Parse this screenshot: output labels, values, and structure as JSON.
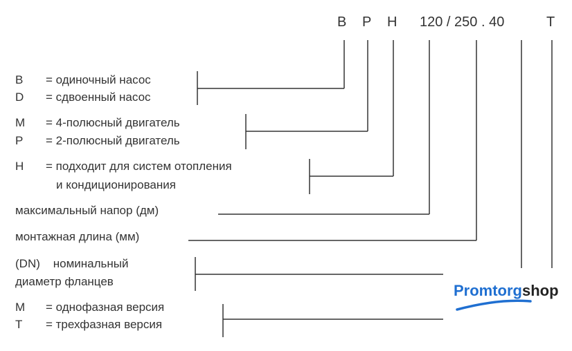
{
  "code": {
    "c1": "B",
    "c2": "P",
    "c3": "H",
    "c4": "120 / 250 . 40",
    "c5": "T"
  },
  "rows": {
    "b_key": "B",
    "b_text": "= одиночный насос",
    "d_key": "D",
    "d_text": "= сдвоенный насос",
    "m_key": "M",
    "m_text": "= 4-полюсный двигатель",
    "p_key": "P",
    "p_text": "= 2-полюсный двигатель",
    "h_key": "H",
    "h_text": "= подходит для систем отопления",
    "h_text2": "и кондиционирования",
    "head": "максимальный напор (дм)",
    "length": "монтажная длина (мм)",
    "dn1": "(DN)    номинальный",
    "dn2": "диаметр фланцев",
    "m2_key": "M",
    "m2_text": "= однофазная версия",
    "t_key": "T",
    "t_text": "= трехфазная версия"
  },
  "logo": {
    "part1": "Promtorg",
    "part2": "shop"
  },
  "colors": {
    "line": "#333333",
    "brand": "#1f6fd1"
  }
}
